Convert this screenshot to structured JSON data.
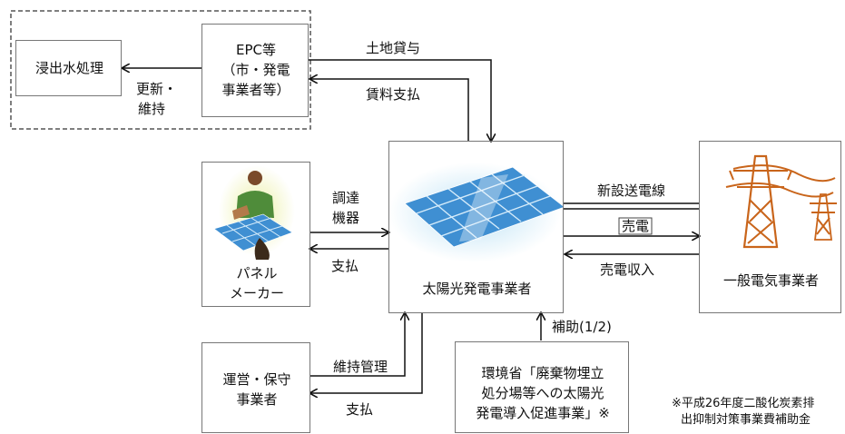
{
  "nodes": {
    "leachate": "浸出水処理",
    "epc": [
      "EPC等",
      "（市・発電",
      "事業者等）"
    ],
    "panel_maker": [
      "パネル",
      "メーカー"
    ],
    "solar_operator": "太陽光発電事業者",
    "utility": "一般電気事業者",
    "om_operator": [
      "運営・保守",
      "事業者"
    ],
    "ministry": [
      "環境省「廃棄物埋立",
      "処分場等への太陽光",
      "発電導入促進事業」※"
    ]
  },
  "flows": {
    "update_maintain": [
      "更新・",
      "維持"
    ],
    "land_lease": "土地貸与",
    "rent_payment": "賃料支払",
    "procure_equipment": [
      "調達",
      "機器"
    ],
    "payment_maker": "支払",
    "new_transmission": "新設送電線",
    "sell_power": "売電",
    "power_revenue": "売電収入",
    "maintenance": "維持管理",
    "payment_om": "支払",
    "subsidy": "補助(1/2)"
  },
  "footnote": [
    "※平成26年度二酸化炭素排",
    "出抑制対策事業費補助金"
  ],
  "colors": {
    "box_border": "#777777",
    "dashed_border": "#555555",
    "arrow": "#111111",
    "panel_blue": "#3f8fd2",
    "glow_blue": "#bfe3f5",
    "glow_yellow": "#ecf0a8",
    "tower_orange": "#c9651b"
  }
}
